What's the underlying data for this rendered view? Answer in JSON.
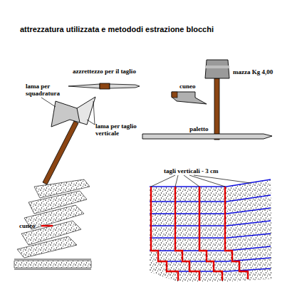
{
  "diagram": {
    "title": "attrezzatura utilizzata e metododi estrazione blocchi",
    "labels": [
      "azzrettezzo per il taglio",
      "lama per squadratura",
      "lama per taglio verticale",
      "cuneo",
      "mazza Kg 4,00",
      "paletto",
      "tagli verticali - 3 cm",
      "cuneo"
    ]
  }
}
